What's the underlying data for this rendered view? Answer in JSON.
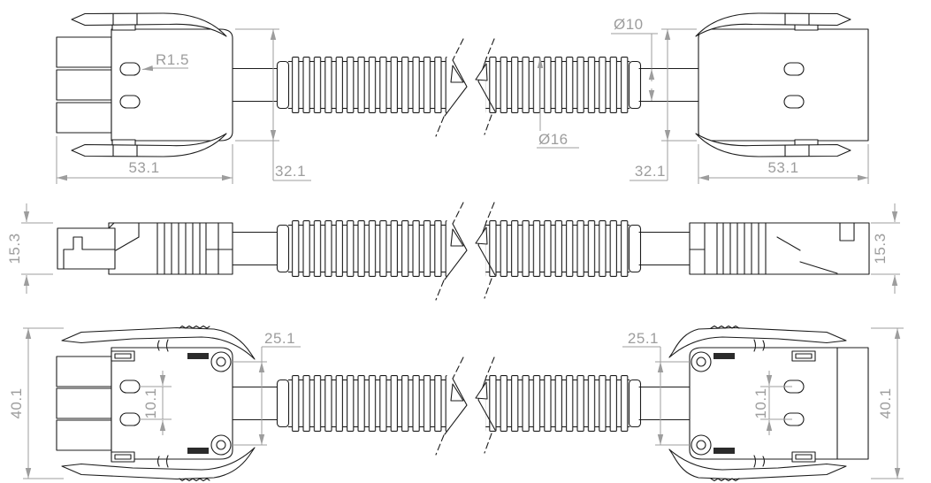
{
  "drawing": {
    "background": "#ffffff",
    "colors": {
      "part_line": "#1c1c1c",
      "dimension": "#9d9d9d"
    },
    "dims": {
      "connector_length": "53.1",
      "connector_body_height": "32.1",
      "slot_corner_radius": "R1.5",
      "cable_diameter": "Ø10",
      "conduit_diameter": "Ø16",
      "connector_thickness": "15.3",
      "screw_hole_spacing": "25.1",
      "overall_height": "40.1",
      "slot_spacing": "10.1"
    }
  }
}
